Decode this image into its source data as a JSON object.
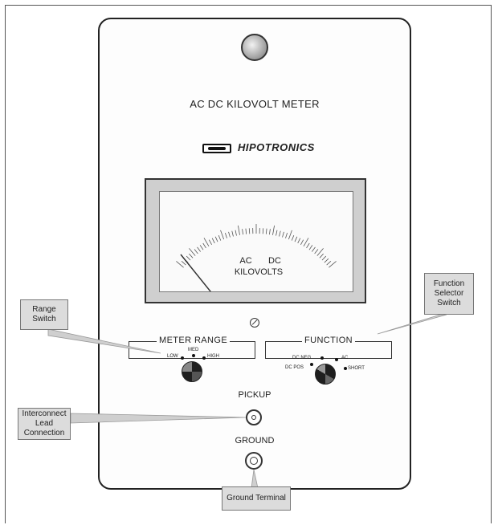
{
  "panel": {
    "title": "AC DC KILOVOLT METER",
    "brand": "HIPOTRONICS"
  },
  "meter": {
    "label_ac": "AC",
    "label_dc": "DC",
    "label_units": "KILOVOLTS"
  },
  "meter_range": {
    "title": "METER RANGE",
    "positions": [
      "LOW",
      "MED",
      "HIGH"
    ]
  },
  "function": {
    "title": "FUNCTION",
    "positions": [
      "DC NEG",
      "AC",
      "DC POS",
      "SHORT"
    ]
  },
  "connectors": {
    "pickup_label": "PICKUP",
    "ground_label": "GROUND"
  },
  "callouts": {
    "range_switch": "Range Switch",
    "function_selector": "Function Selector Switch",
    "interconnect": "Interconnect Lead Connection",
    "ground_terminal": "Ground Terminal"
  },
  "colors": {
    "callout_fill": "#dcdcdc",
    "panel_border": "#222222",
    "knob_dark": "#1e1e1e"
  }
}
